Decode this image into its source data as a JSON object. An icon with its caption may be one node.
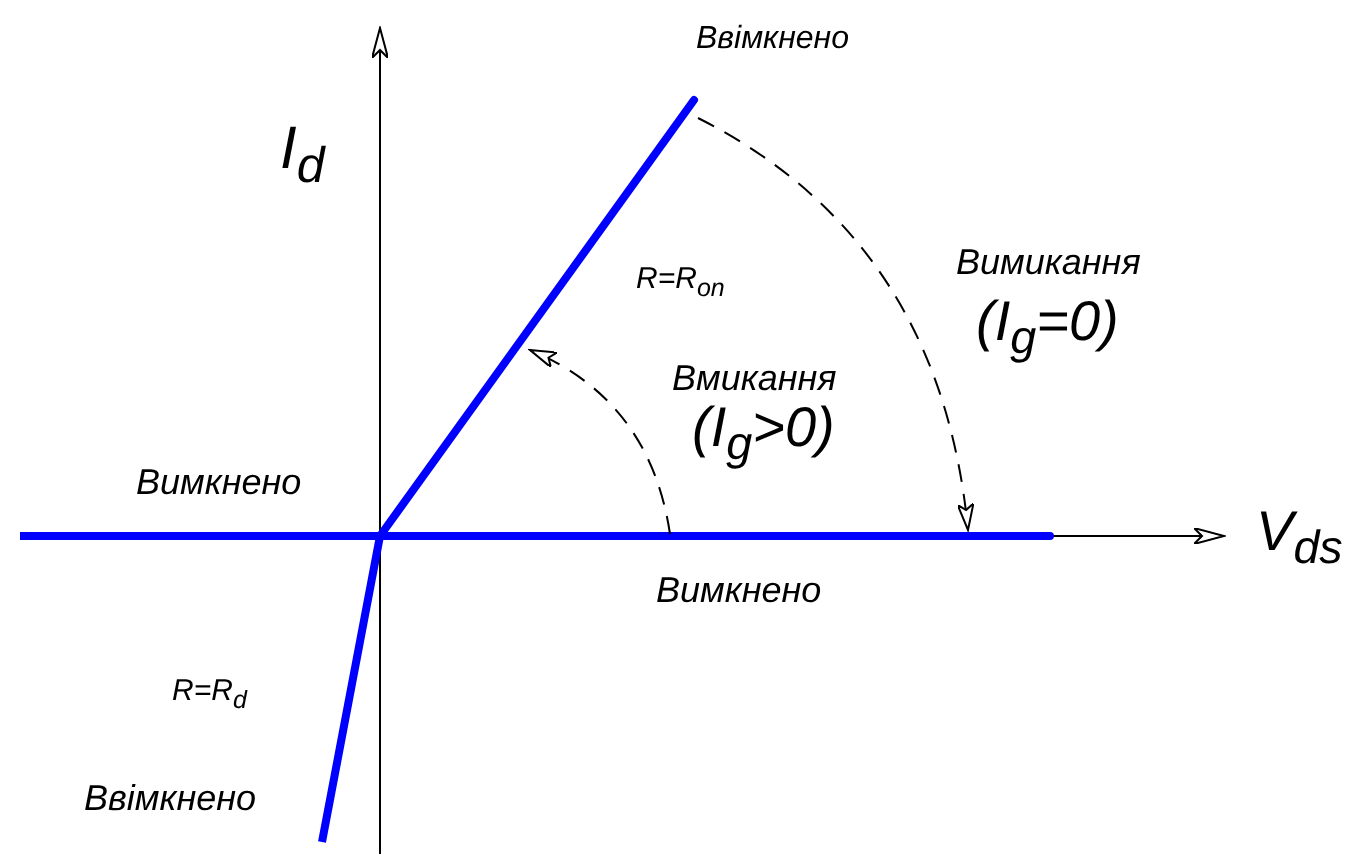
{
  "diagram": {
    "labels": [
      "Ввімкнено",
      "I$_{d}$",
      "R=R$_{on}$",
      "Вимикання",
      "(I$_{g}$=0)",
      "Вмикання",
      "(I$_{g}$>0)",
      "Вимкнено",
      "V$_{ds}$",
      "Вимкнено",
      "R=R$_{d}$",
      "Ввімкнено"
    ]
  }
}
